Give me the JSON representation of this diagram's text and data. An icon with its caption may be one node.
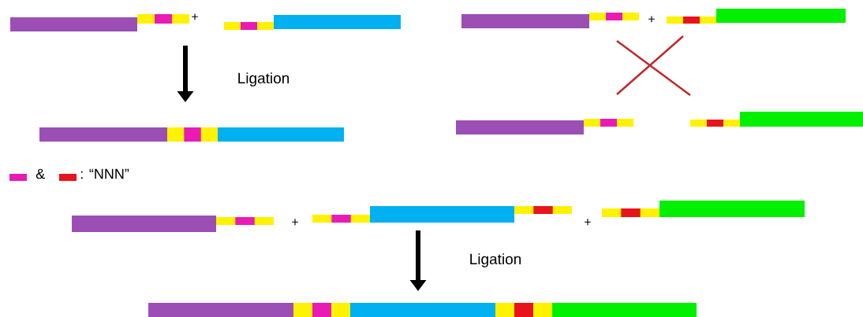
{
  "diagram": {
    "labels": [
      "+",
      "+",
      "Ligation",
      "+",
      "+",
      "Ligation"
    ],
    "legend": [
      {
        "text": "&",
        "color": "#e81cb4"
      },
      {
        "text": ": “NNN”",
        "color": "#e8141c"
      }
    ]
  }
}
